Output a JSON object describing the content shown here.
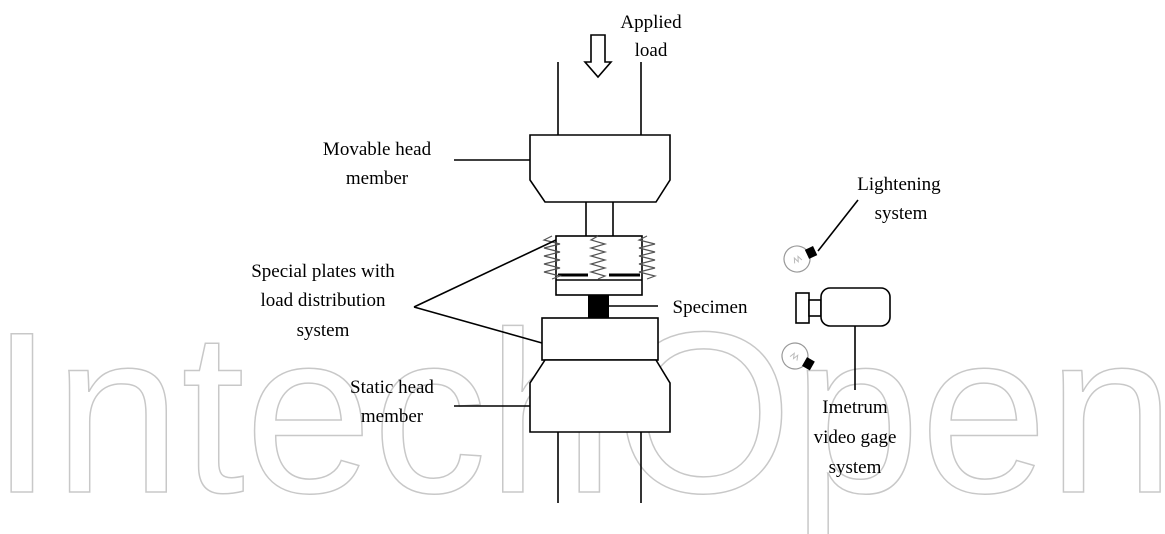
{
  "watermark": "IntechOpen",
  "labels": {
    "applied_load": [
      "Applied",
      "load"
    ],
    "movable_head": [
      "Movable head",
      "member"
    ],
    "special_plates": [
      "Special plates with",
      "load distribution",
      "system"
    ],
    "static_head": [
      "Static head",
      "member"
    ],
    "specimen": "Specimen",
    "lightening": [
      "Lightening",
      "system"
    ],
    "imetrum": [
      "Imetrum",
      "video gage",
      "system"
    ]
  },
  "icons": {
    "load_arrow": "down-arrow-icon",
    "bulb": "light-bulb-icon",
    "camera": "video-camera-icon"
  },
  "colors": {
    "line": "#000000",
    "watermark_outline": "#c8c8c8",
    "specimen_fill": "#000000"
  }
}
